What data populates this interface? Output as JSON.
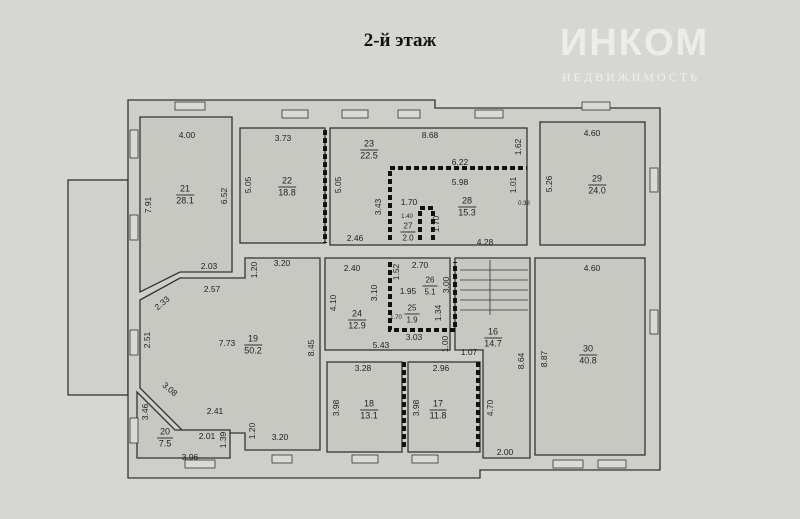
{
  "title": "2-й этаж",
  "watermark": {
    "brand": "ИНКОМ",
    "tagline": "НЕДВИЖИМОСТЬ"
  },
  "rooms": [
    {
      "number": "21",
      "area": "28.1"
    },
    {
      "number": "22",
      "area": "18.8"
    },
    {
      "number": "23",
      "area": "22.5"
    },
    {
      "number": "28",
      "area": "15.3"
    },
    {
      "number": "27",
      "area": "2.0"
    },
    {
      "number": "29",
      "area": "24.0"
    },
    {
      "number": "26",
      "area": "5.1"
    },
    {
      "number": "24",
      "area": "12.9"
    },
    {
      "number": "25",
      "area": "1.9"
    },
    {
      "number": "16",
      "area": "14.7"
    },
    {
      "number": "30",
      "area": "40.8"
    },
    {
      "number": "19",
      "area": "50.2"
    },
    {
      "number": "18",
      "area": "13.1"
    },
    {
      "number": "17",
      "area": "11.8"
    },
    {
      "number": "20",
      "area": "7.5"
    }
  ],
  "dimensions": [
    "4.00",
    "7.91",
    "6.52",
    "2.03",
    "3.73",
    "5.05",
    "5.05",
    "8.68",
    "1.62",
    "6.22",
    "5.98",
    "1.01",
    "3.43",
    "1.70",
    "1.40",
    "1.70",
    "2.46",
    "4.28",
    "4.60",
    "5.26",
    "3.20",
    "1.20",
    "2.57",
    "2.33",
    "2.51",
    "7.73",
    "8.45",
    "2.40",
    "2.70",
    "1.52",
    "1.95",
    "3.10",
    "3.00",
    "4.10",
    "1.70",
    "1.34",
    "3.03",
    "5.43",
    "1.00",
    "1.07",
    "3.28",
    "2.96",
    "3.98",
    "3.98",
    "4.70",
    "8.64",
    "8.87",
    "4.60",
    "3.08",
    "2.41",
    "3.46",
    "2.01",
    "1.39",
    "3.96",
    "1.20",
    "3.20",
    "2.00",
    "0.38"
  ]
}
